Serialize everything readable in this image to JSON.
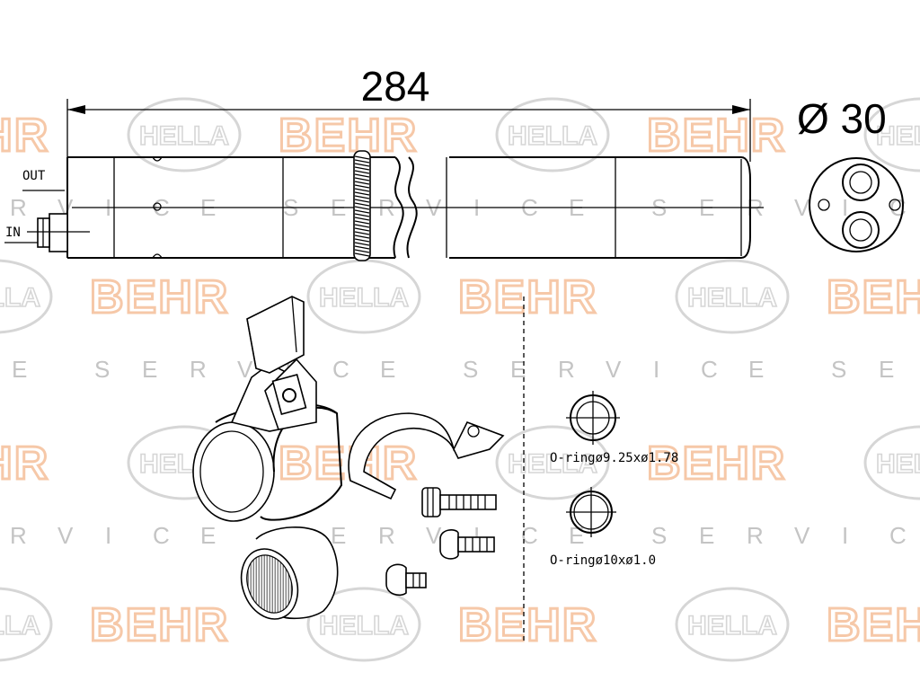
{
  "watermark": {
    "behr": "BEHR",
    "hella": "HELLA",
    "service_letters": [
      "S",
      "E",
      "R",
      "V",
      "I",
      "C",
      "E"
    ]
  },
  "dimensions": {
    "length": "284",
    "diameter": "Ø 30"
  },
  "ports": {
    "out": "OUT",
    "in": "IN"
  },
  "orings": [
    {
      "label": "O-ringø9.25xø1.78"
    },
    {
      "label": "O-ringø10xø1.0"
    }
  ],
  "colors": {
    "behr_watermark": "#f6c8a8",
    "hella_watermark": "#d6d6d6",
    "service_watermark": "#c4c4c4",
    "line": "#000000"
  }
}
